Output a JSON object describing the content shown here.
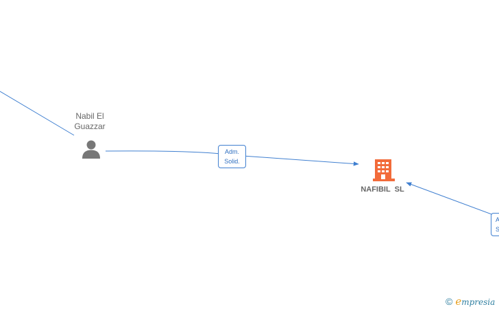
{
  "nodes": {
    "person": {
      "name_line1": "Nabil El",
      "name_line2": "Guazzar",
      "icon": "person-icon"
    },
    "company": {
      "name": "NAFIBIL  SL",
      "icon": "building-icon",
      "color": "#f26b3a"
    }
  },
  "edges": [
    {
      "from": "Nabil El Guazzar",
      "to": "NAFIBIL  SL",
      "label_line1": "Adm.",
      "label_line2": "Solid."
    },
    {
      "from": "",
      "to": "NAFIBIL  SL",
      "label_line1": "A",
      "label_line2": "S"
    }
  ],
  "colors": {
    "edge": "#3f7fd0",
    "person_icon": "#777777",
    "company_icon": "#f26b3a"
  },
  "watermark": {
    "copyright": "©",
    "brand_initial": "e",
    "brand_rest": "mpresia",
    "icon": "copyright-icon"
  }
}
